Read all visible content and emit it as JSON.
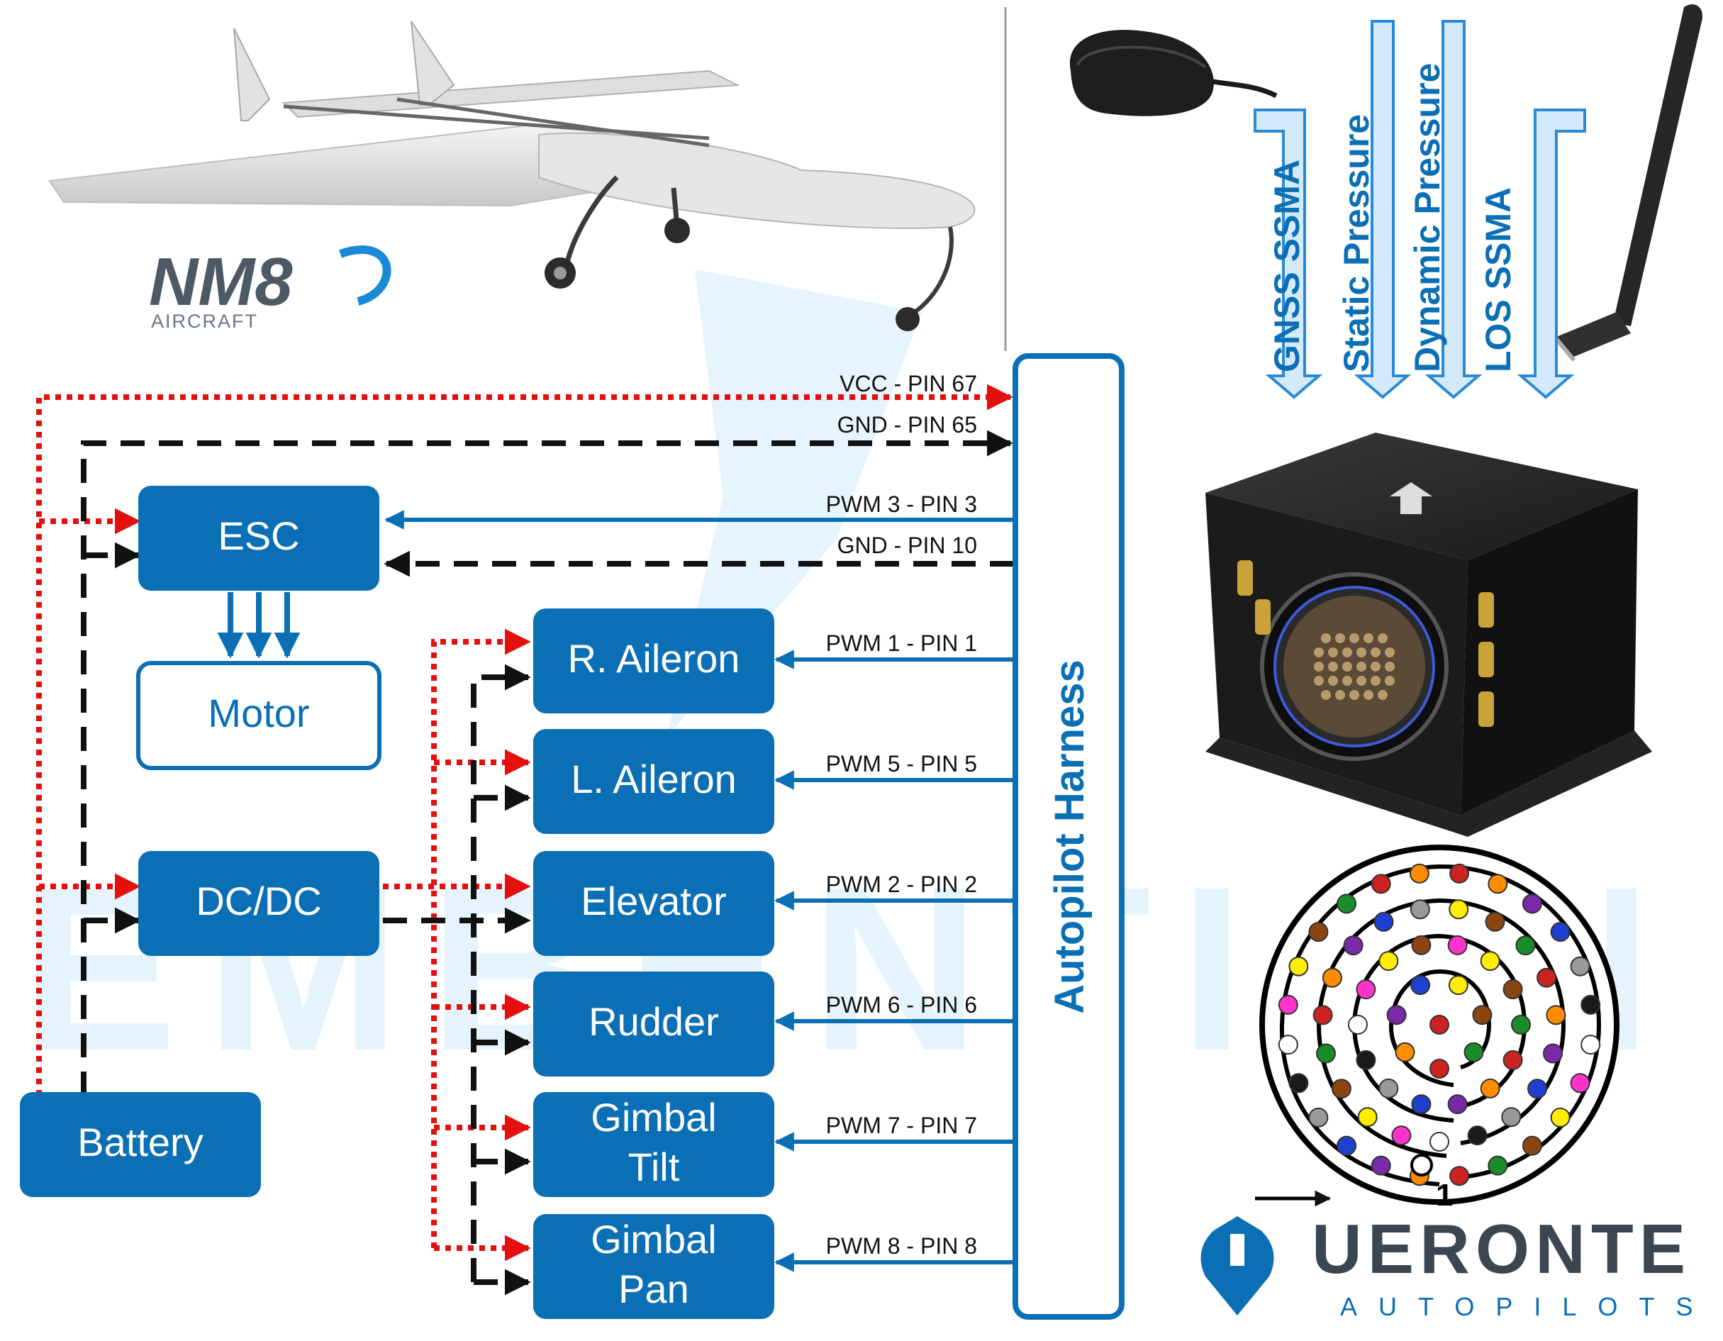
{
  "brand": {
    "nm8_logo": "NM8",
    "nm8_sub": "AIRCRAFT",
    "veronte_name": "UERONTE",
    "veronte_sub": "AUTOPILOTS",
    "watermark": "EMBENTION"
  },
  "colors": {
    "block_blue": "#0b6fb5",
    "power_red": "#e41010",
    "ground_black": "#111111",
    "arrow_light_blue": "#cfe8fb"
  },
  "blocks": {
    "esc": "ESC",
    "motor": "Motor",
    "dcdc": "DC/DC",
    "battery": "Battery",
    "r_aileron": "R. Aileron",
    "l_aileron": "L. Aileron",
    "elevator": "Elevator",
    "rudder": "Rudder",
    "gimbal_tilt": [
      "Gimbal",
      "Tilt"
    ],
    "gimbal_pan": [
      "Gimbal",
      "Pan"
    ],
    "harness": "Autopilot Harness"
  },
  "pins": {
    "vcc": "VCC - PIN 67",
    "gnd65": "GND - PIN 65",
    "pwm3": "PWM 3 - PIN 3",
    "gnd10": "GND - PIN 10",
    "pwm1": "PWM 1 - PIN 1",
    "pwm5": "PWM 5 - PIN 5",
    "pwm2": "PWM 2 - PIN 2",
    "pwm6": "PWM 6 - PIN 6",
    "pwm7": "PWM 7 - PIN 7",
    "pwm8": "PWM 8 - PIN 8"
  },
  "inputs": {
    "gnss": "GNSS SSMA",
    "static": "Static Pressure",
    "dynamic": "Dynamic Pressure",
    "los": "LOS  SSMA"
  },
  "connector": {
    "pin_one_label": "1",
    "pin_colors": [
      "#cc2222",
      "#1a8c2a",
      "#8b4513",
      "#ffee00",
      "#ff33cc",
      "#ffffff",
      "#1a1a1a",
      "#999999",
      "#1f3fd0",
      "#7a2aa8",
      "#ff8c00"
    ]
  },
  "icons": {
    "aircraft": "uav-aircraft-photo-icon",
    "gnss_antenna": "gnss-antenna-icon",
    "los_antenna": "los-antenna-icon",
    "autopilot_unit": "veronte-autopilot-unit-icon",
    "connector": "connector-pinout-icon",
    "veronte_logo": "veronte-logo-icon"
  }
}
